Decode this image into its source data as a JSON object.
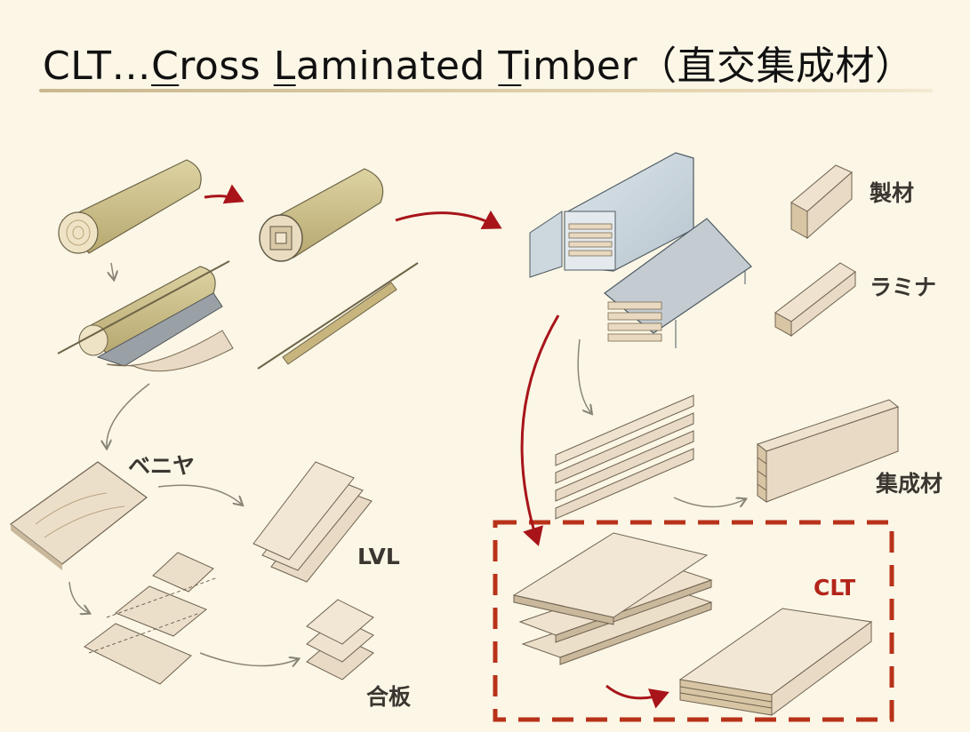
{
  "title": {
    "prefix": "CLT…",
    "word1_initial": "C",
    "word1_rest": "ross ",
    "word2_initial": "L",
    "word2_rest": "aminated ",
    "word3_initial": "T",
    "word3_rest": "imber",
    "suffix": "（直交集成材）"
  },
  "labels": {
    "veneer": "ベニヤ",
    "lvl": "LVL",
    "plywood": "合板",
    "sawn_lumber": "製材",
    "lamina": "ラミナ",
    "glulam": "集成材",
    "clt": "CLT"
  },
  "colors": {
    "background": "#fbf6e6",
    "highlight_box": "#b8321a",
    "red_arrow": "#a8141a",
    "gray_arrow": "#8a8478",
    "wood": "#e9dccb",
    "log_bark": "#cbbf86"
  }
}
